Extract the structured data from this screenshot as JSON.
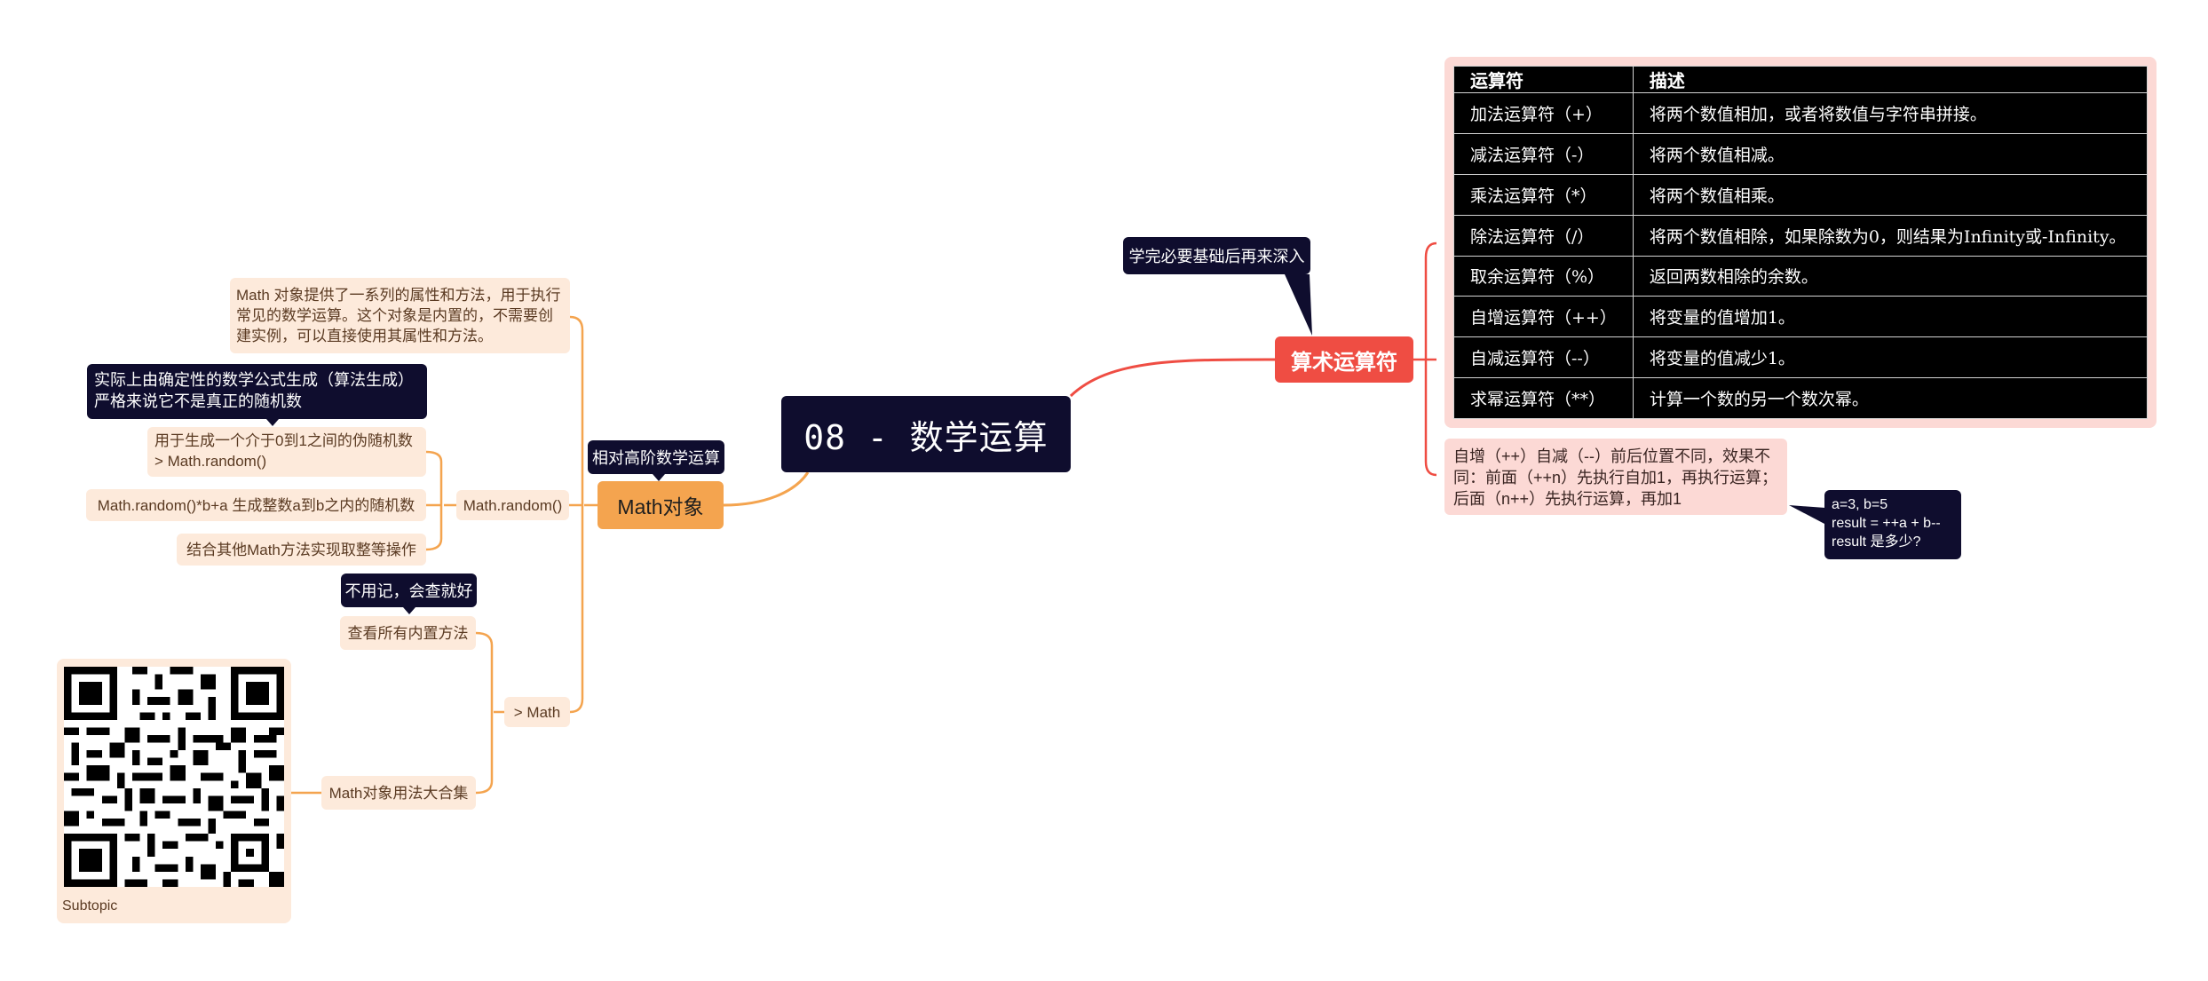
{
  "root": {
    "title": "08 - 数学运算"
  },
  "arith": {
    "label": "算术运算符",
    "callout": "学完必要基础后再来深入",
    "table": {
      "headers": [
        "运算符",
        "描述"
      ],
      "rows": [
        [
          "加法运算符（+）",
          "将两个数值相加，或者将数值与字符串拼接。"
        ],
        [
          "减法运算符（-）",
          "将两个数值相减。"
        ],
        [
          "乘法运算符（*）",
          "将两个数值相乘。"
        ],
        [
          "除法运算符（/）",
          "将两个数值相除，如果除数为0，则结果为Infinity或-Infinity。"
        ],
        [
          "取余运算符（%）",
          "返回两数相除的余数。"
        ],
        [
          "自增运算符（++）",
          "将变量的值增加1。"
        ],
        [
          "自减运算符（--）",
          "将变量的值减少1。"
        ],
        [
          "求幂运算符（**）",
          "计算一个数的另一个数次幂。"
        ]
      ]
    },
    "note": "自增（++）自减（--）前后位置不同，效果不同：前面（++n）先执行自加1，再执行运算；后面（n++）先执行运算，再加1",
    "quiz": [
      "a=3, b=5",
      "result = ++a + b--",
      "result 是多少?"
    ]
  },
  "math": {
    "label": "Math对象",
    "callout": "相对高阶数学运算",
    "intro": "Math 对象提供了一系列的属性和方法，用于执行常见的数学运算。这个对象是内置的，不需要创建实例，可以直接使用其属性和方法。",
    "random": {
      "label": "Math.random()",
      "callout": "实际上由确定性的数学公式生成（算法生成）严格来说它不是真正的随机数",
      "items": [
        "用于生成一个介于0到1之间的伪随机数 > Math.random()",
        "Math.random()*b+a 生成整数a到b之内的随机数",
        "结合其他Math方法实现取整等操作"
      ]
    },
    "more": {
      "label": "> Math",
      "callout": "不用记，会查就好",
      "items": [
        "查看所有内置方法",
        "Math对象用法大合集"
      ],
      "subtopic": "Subtopic"
    }
  }
}
